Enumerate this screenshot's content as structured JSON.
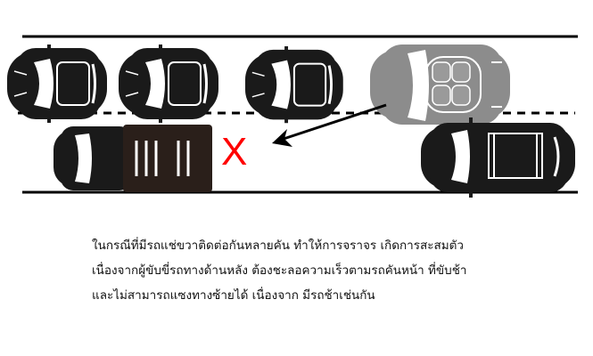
{
  "diagram": {
    "blocked_mark": "X",
    "colors": {
      "car": "#1a1a1a",
      "merging_car": "#8c8c8c",
      "truck_bed": "#2a1f1a",
      "blocked_mark": "#ff0000",
      "road_line": "#000000"
    }
  },
  "caption": {
    "lines": [
      "ในกรณีที่มีรถแช่ขวาติดต่อกันหลายคัน ทำให้การจราจร เกิดการสะสมตัว",
      "เนื่องจากผู้ขับขี่รถทางด้านหลัง ต้องชะลอความเร็วตามรถคันหน้า ที่ขับช้า",
      "และไม่สามารถแซงทางซ้ายได้ เนื่องจาก มีรถช้าเช่นกัน"
    ]
  }
}
